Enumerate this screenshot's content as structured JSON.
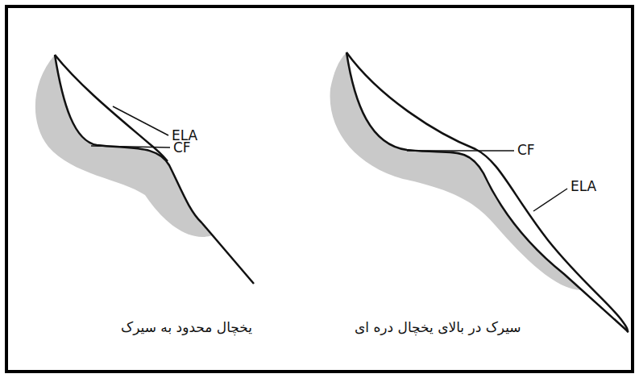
{
  "diagram": {
    "labels": [
      "ELA",
      "CF",
      "یخچال محدود به سیرک",
      "CF",
      "ELA",
      "سیرک در بالای یخچال دره ای"
    ]
  }
}
